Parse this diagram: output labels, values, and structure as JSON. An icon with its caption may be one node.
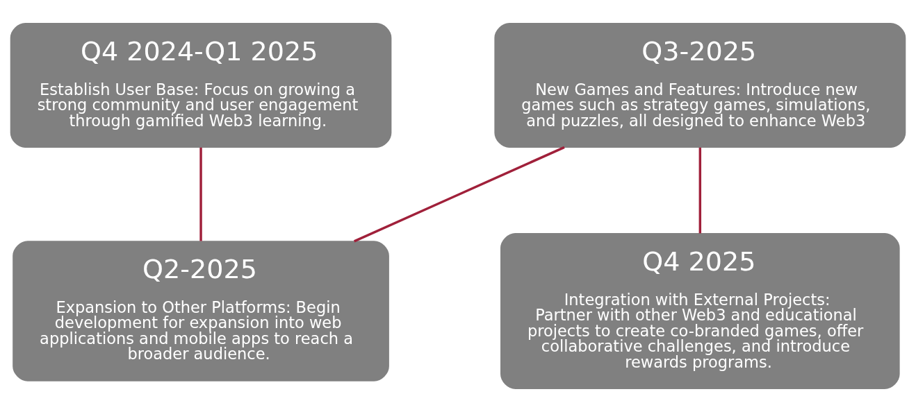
{
  "diagram": {
    "nodes": [
      {
        "text": [
          "Q4 2024-Q1 2025",
          "Establish User Base: Focus on growing a strong community and user engagement through gamified Web3 learning."
        ]
      },
      {
        "text": [
          "Q3-2025",
          "New Games and Features: Introduce new games such as strategy games, simulations, and puzzles, all designed to enhance Web3"
        ]
      },
      {
        "text": [
          "Q2-2025",
          "Expansion to Other Platforms: Begin development for expansion into web applications and mobile apps to reach a broader audience."
        ]
      },
      {
        "text": [
          "Q4 2025",
          "Integration with External Projects: Partner with other Web3 and educational projects to create co-branded games, offer collaborative challenges, and introduce rewards programs."
        ]
      }
    ],
    "edges": [
      {
        "from": 0,
        "to": 2,
        "arrow": "none"
      },
      {
        "from": 2,
        "to": 1,
        "arrow": "none"
      },
      {
        "from": 1,
        "to": 3,
        "arrow": "none"
      }
    ]
  }
}
